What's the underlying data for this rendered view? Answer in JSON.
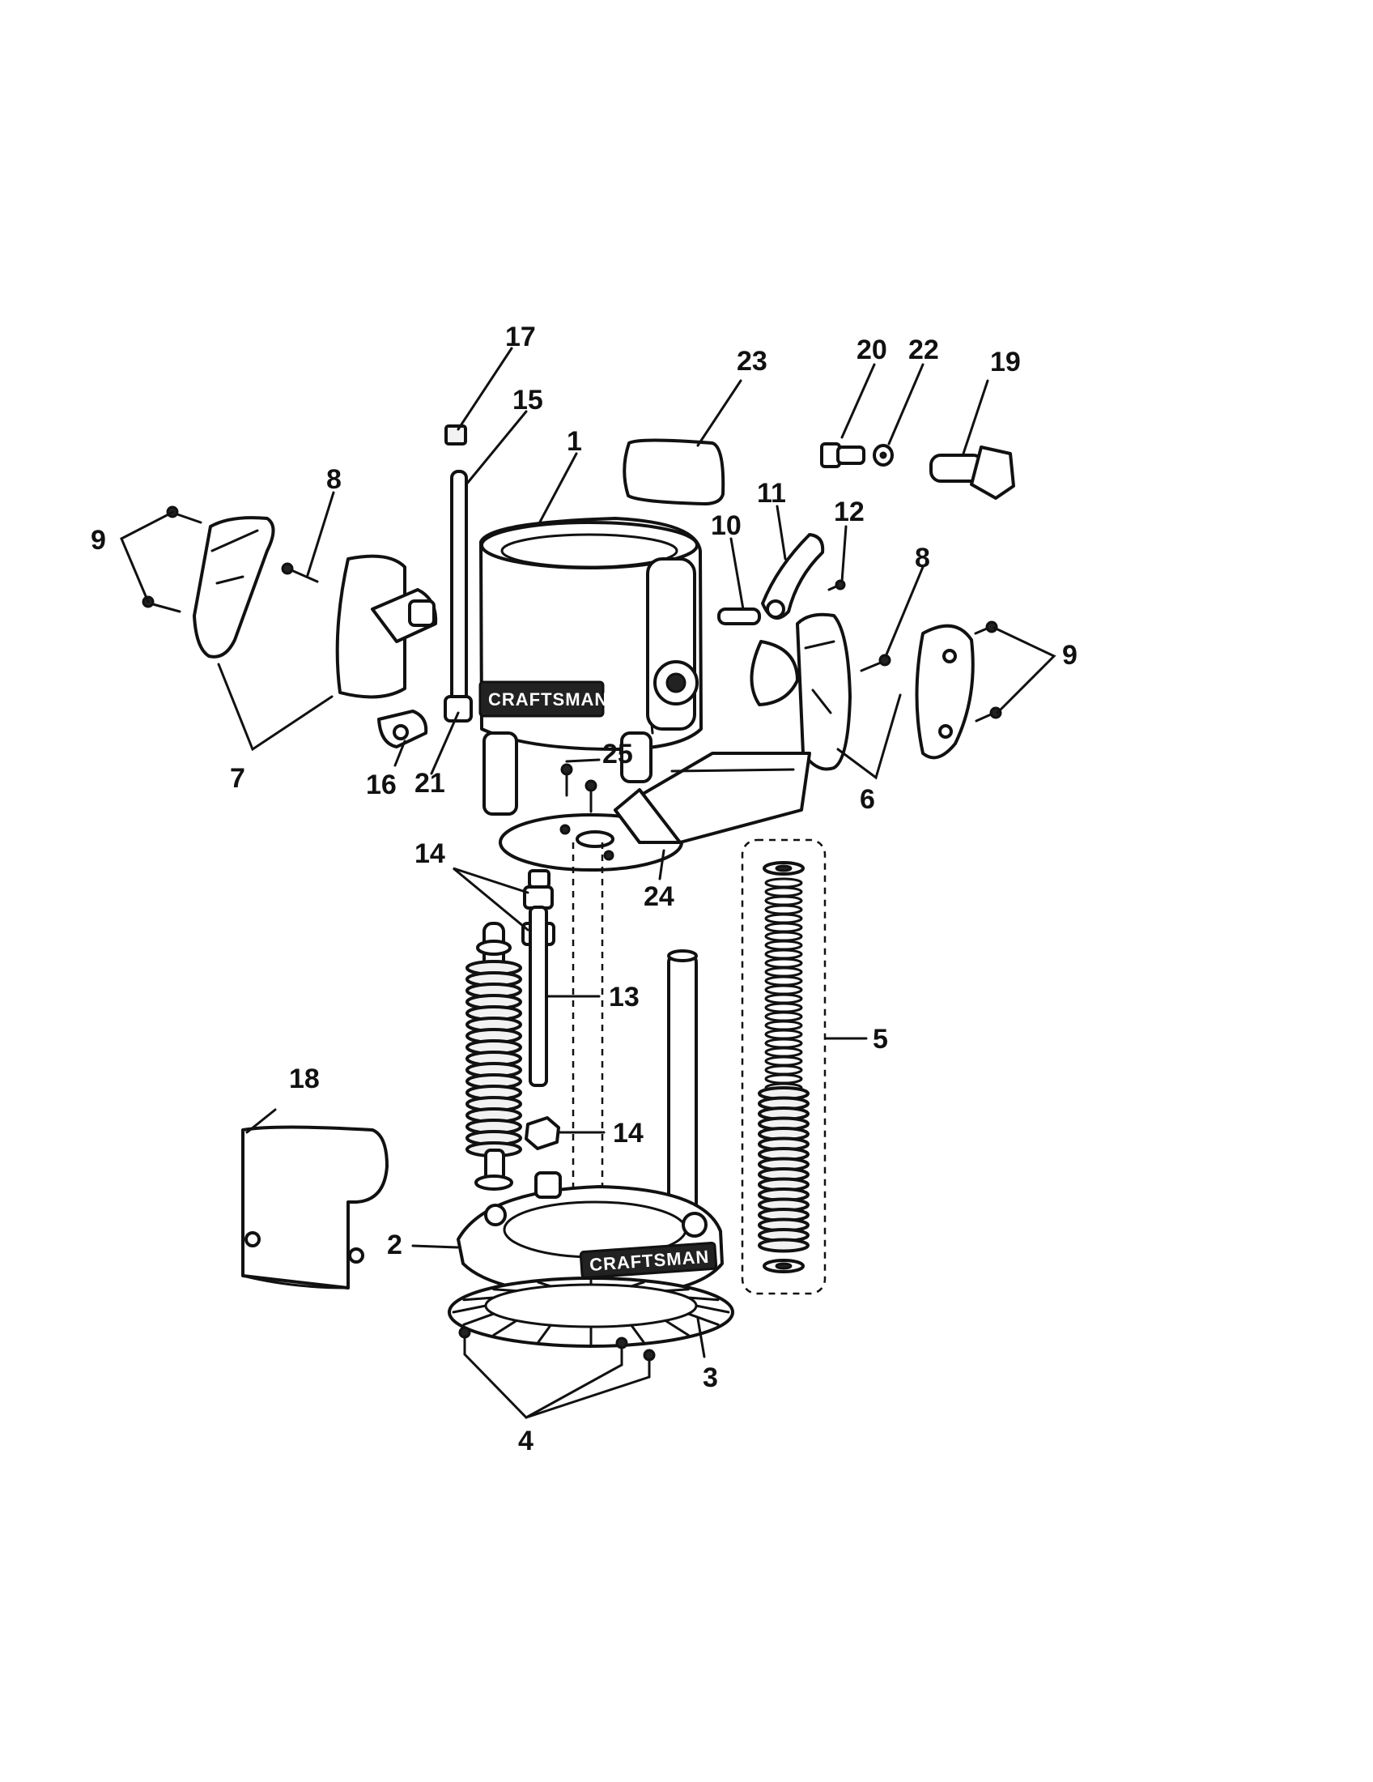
{
  "brand_label": "CRAFTSMAN",
  "callouts": [
    {
      "id": "c1",
      "text": "1"
    },
    {
      "id": "c2",
      "text": "2"
    },
    {
      "id": "c3",
      "text": "3"
    },
    {
      "id": "c4",
      "text": "4"
    },
    {
      "id": "c5",
      "text": "5"
    },
    {
      "id": "c6",
      "text": "6"
    },
    {
      "id": "c7",
      "text": "7"
    },
    {
      "id": "c8a",
      "text": "8"
    },
    {
      "id": "c8b",
      "text": "8"
    },
    {
      "id": "c9a",
      "text": "9"
    },
    {
      "id": "c9b",
      "text": "9"
    },
    {
      "id": "c10",
      "text": "10"
    },
    {
      "id": "c11",
      "text": "11"
    },
    {
      "id": "c12",
      "text": "12"
    },
    {
      "id": "c13",
      "text": "13"
    },
    {
      "id": "c14a",
      "text": "14"
    },
    {
      "id": "c14b",
      "text": "14"
    },
    {
      "id": "c15",
      "text": "15"
    },
    {
      "id": "c16",
      "text": "16"
    },
    {
      "id": "c17",
      "text": "17"
    },
    {
      "id": "c18",
      "text": "18"
    },
    {
      "id": "c19",
      "text": "19"
    },
    {
      "id": "c20",
      "text": "20"
    },
    {
      "id": "c21",
      "text": "21"
    },
    {
      "id": "c22",
      "text": "22"
    },
    {
      "id": "c23",
      "text": "23"
    },
    {
      "id": "c24",
      "text": "24"
    },
    {
      "id": "c25",
      "text": "25"
    }
  ]
}
